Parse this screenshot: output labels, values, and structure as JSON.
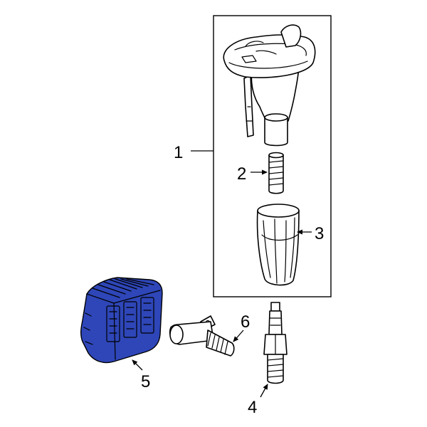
{
  "diagram": {
    "highlight_color": "#2e46b8",
    "parts": [
      {
        "number": "1",
        "icon": "ignition-coil-assembly"
      },
      {
        "number": "2",
        "icon": "coil-spring"
      },
      {
        "number": "3",
        "icon": "coil-boot"
      },
      {
        "number": "4",
        "icon": "spark-plug"
      },
      {
        "number": "5",
        "icon": "engine-control-module",
        "highlighted": true
      },
      {
        "number": "6",
        "icon": "camshaft-position-sensor"
      }
    ]
  }
}
